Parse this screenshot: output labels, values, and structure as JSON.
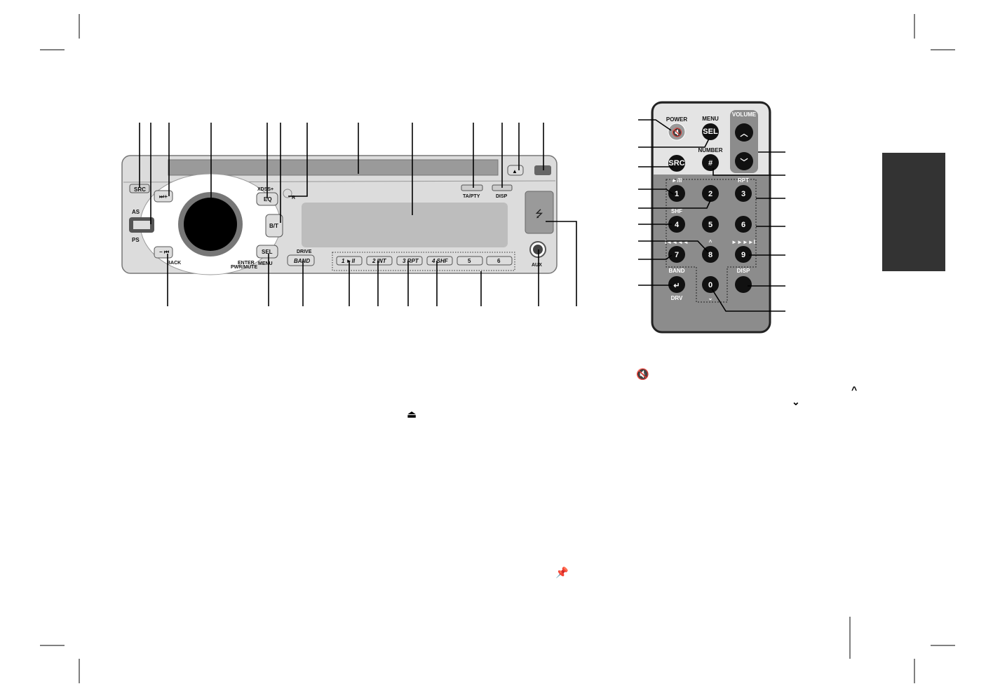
{
  "head_unit": {
    "buttons": {
      "src": "SRC",
      "as": "AS",
      "ps": "PS",
      "next": "⏭+",
      "prev": "− ⏮",
      "back": "BACK",
      "xdss": "XDSS+",
      "eq": "EQ",
      "bt": "B/T",
      "sel": "SEL",
      "menu": "MENU",
      "enter": "ENTER",
      "pwr_mute": "PWR/MUTE",
      "reset": "R",
      "ta_pty": "TA/PTY",
      "disp": "DISP",
      "drive": "DRIVE",
      "band": "BAND",
      "aux": "AUX"
    },
    "presets": [
      "1 ►II",
      "2 INT",
      "3 RPT",
      "4 SHF",
      "5",
      "6"
    ]
  },
  "remote": {
    "power": "POWER",
    "menu": "MENU",
    "sel": "SEL",
    "volume": "VOLUME",
    "number": "NUMBER",
    "src": "SRC",
    "hash": "#",
    "play_pause": "►/II",
    "rpt": "RPT",
    "shf": "SHF",
    "rew": "I◄◄◄◄",
    "ffw": "►►►►I",
    "keys": [
      "1",
      "2",
      "3",
      "4",
      "5",
      "6",
      "7",
      "8",
      "9",
      "0"
    ],
    "band": "BAND",
    "drv": "DRV",
    "disp": "DISP"
  },
  "colors": {
    "panel": "#d8d8d8",
    "remote_body": "#8c8c8c",
    "knob": "#000000",
    "side_tab": "#333333"
  }
}
